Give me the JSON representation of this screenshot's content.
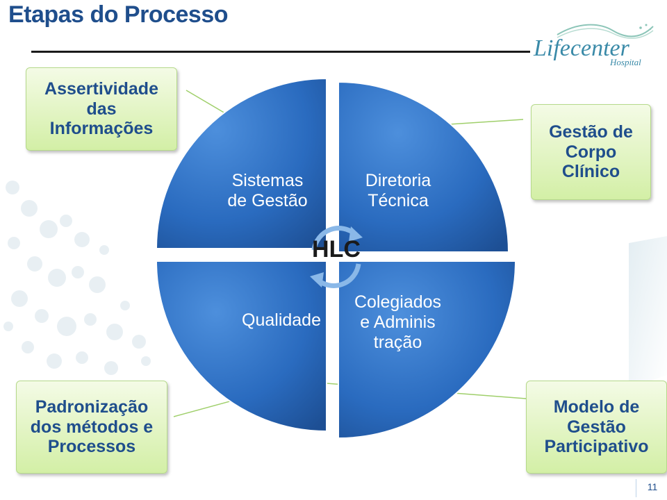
{
  "title": "Etapas do Processo",
  "logo": {
    "name": "Lifecenter",
    "subtitle": "Hospital"
  },
  "center_label": "HLC",
  "quadrants": [
    {
      "label": "Sistemas\nde Gestão"
    },
    {
      "label": "Diretoria\nTécnica"
    },
    {
      "label": "Qualidade"
    },
    {
      "label": "Colegiados\ne Adminis\ntração"
    }
  ],
  "outer_boxes": {
    "top_left": "Assertividade\ndas\nInformações",
    "top_right": "Gestão de\nCorpo\nClínico",
    "bottom_left": "Padronização\ndos métodos e\nProcessos",
    "bottom_right": "Modelo de\nGestão\nParticipativo"
  },
  "page_number": "11",
  "colors": {
    "title": "#1f4e8c",
    "quadrant": "#2a6bbf",
    "box_fill": "#e2f4c4",
    "connector": "#9fcf6a"
  }
}
